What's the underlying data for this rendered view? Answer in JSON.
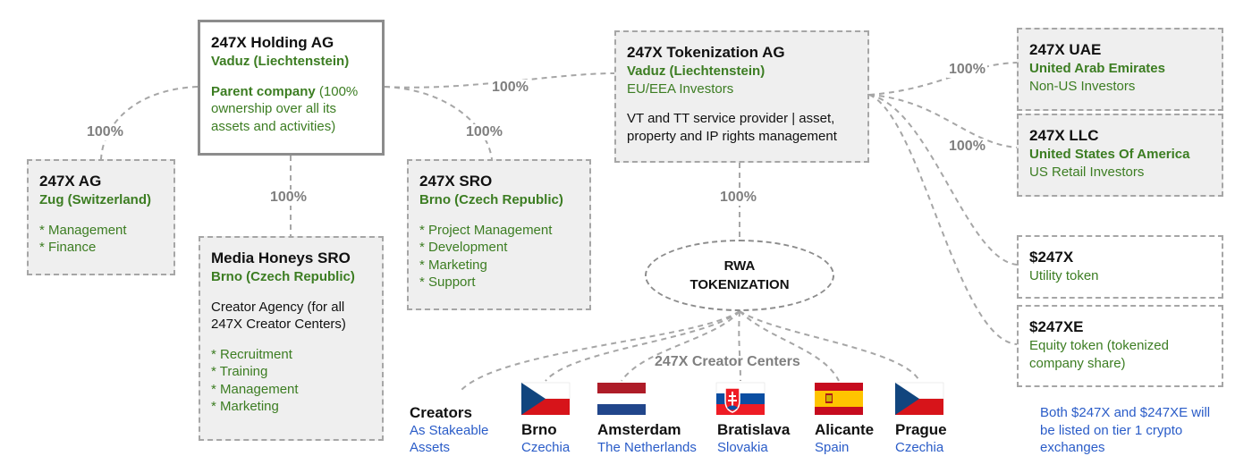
{
  "holding": {
    "title": "247X Holding AG",
    "location": "Vaduz (Liechtenstein)",
    "role_bold": "Parent company",
    "role_rest": " (100% ownership over all its assets and activities)"
  },
  "ag": {
    "title": "247X AG",
    "location": "Zug (Switzerland)",
    "items": [
      "* Management",
      "* Finance"
    ]
  },
  "media": {
    "title": "Media Honeys SRO",
    "location": "Brno (Czech Republic)",
    "desc": "Creator Agency (for all 247X Creator Centers)",
    "items": [
      "* Recruitment",
      "* Training",
      "* Management",
      "* Marketing"
    ]
  },
  "sro": {
    "title": "247X SRO",
    "location": "Brno (Czech Republic)",
    "items": [
      "* Project Management",
      "* Development",
      "* Marketing",
      "* Support"
    ]
  },
  "tokenization": {
    "title": "247X Tokenization AG",
    "location": "Vaduz (Liechtenstein)",
    "audience": "EU/EEA Investors",
    "desc": "VT and TT service provider | asset, property and IP rights management"
  },
  "uae": {
    "title": "247X UAE",
    "location": "United Arab Emirates",
    "audience": "Non-US Investors"
  },
  "llc": {
    "title": "247X LLC",
    "location": "United States Of America",
    "audience": "US Retail Investors"
  },
  "token": {
    "title": "$247X",
    "desc": "Utility token"
  },
  "equity": {
    "title": "$247XE",
    "desc": "Equity token (tokenized company share)"
  },
  "percentages": {
    "holding_ag": "100%",
    "holding_media": "100%",
    "holding_sro": "100%",
    "holding_tokenization": "100%",
    "tokenization_rwa": "100%",
    "tokenization_uae": "100%",
    "tokenization_llc": "100%"
  },
  "rwa": {
    "line1": "RWA",
    "line2": "TOKENIZATION"
  },
  "centers": {
    "title": "247X Creator Centers",
    "creators": {
      "name": "Creators",
      "sub": "As Stakeable Assets"
    },
    "locations": [
      {
        "name": "Brno",
        "country": "Czechia",
        "flag": "czech-flag"
      },
      {
        "name": "Amsterdam",
        "country": "The Netherlands",
        "flag": "netherlands-flag"
      },
      {
        "name": "Bratislava",
        "country": "Slovakia",
        "flag": "slovakia-flag"
      },
      {
        "name": "Alicante",
        "country": "Spain",
        "flag": "spain-flag"
      },
      {
        "name": "Prague",
        "country": "Czechia",
        "flag": "czech-flag"
      }
    ]
  },
  "note": "Both $247X and $247XE will be listed on tier 1 crypto exchanges",
  "colors": {
    "green_text": "#3c7d22",
    "blue_text": "#2a5cc8",
    "box_fill": "#efefef",
    "connector": "#a6a6a6"
  }
}
